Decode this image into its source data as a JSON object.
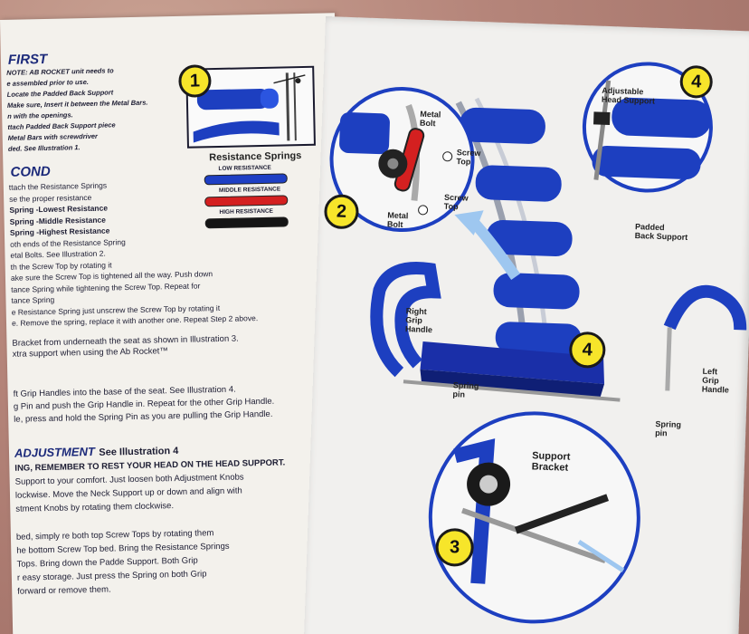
{
  "left": {
    "first_title": "FIRST",
    "first_lines": [
      "NOTE: AB ROCKET unit needs to",
      "e assembled prior to use.",
      " Locate the Padded Back Support",
      "Make sure, Insert it between the Metal Bars.",
      "n with the openings.",
      "ttach Padded Back Support piece",
      "Metal Bars with screwdriver",
      "ded. See Illustration 1."
    ],
    "second_title": "COND",
    "second_lines": [
      "ttach the Resistance Springs",
      "se the proper resistance",
      "Spring -Lowest Resistance",
      "Spring -Middle Resistance",
      "Spring -Highest Resistance",
      "oth ends of the Resistance Spring",
      "etal Bolts. See Illustration 2.",
      "th the Screw Top by rotating it",
      "ake sure the Screw Top is tightened all the way. Push down",
      "tance Spring while tightening the Screw Top. Repeat for",
      "tance Spring",
      "e Resistance Spring just unscrew the Screw Top by rotating it",
      "e. Remove the spring, replace it with another one. Repeat Step 2 above."
    ],
    "bracket_lines": [
      "Bracket from underneath the seat as shown in Illustration 3.",
      "xtra support when using the Ab Rocket™"
    ],
    "grip_lines": [
      "ft Grip Handles into the base of the seat. See Illustration 4.",
      "g Pin and push the Grip Handle in. Repeat for the other Grip Handle.",
      "le, press and hold the Spring Pin as you are pulling the Grip Handle."
    ],
    "adjust_title": "ADJUSTMENT",
    "adjust_ref": "See Illustration 4",
    "adjust_lines": [
      "ING, REMEMBER TO REST YOUR HEAD ON THE HEAD SUPPORT.",
      "Support to your comfort. Just loosen both Adjustment Knobs",
      "lockwise. Move the Neck Support up or down and align with",
      "stment Knobs by rotating them clockwise."
    ],
    "fold_lines": [
      "bed, simply re    both top Screw Tops by rotating them",
      "he bottom Screw Top     bed. Bring the Resistance Springs",
      "Tops. Bring down the Padde      Support. Both Grip",
      "r easy storage. Just press the Spring       on both Grip",
      " forward or remove them."
    ],
    "springs_title": "Resistance Springs",
    "springs": [
      {
        "label": "LOW RESISTANCE",
        "color": "#1e3fc4"
      },
      {
        "label": "MIDDLE RESISTANCE",
        "color": "#d42020"
      },
      {
        "label": "HIGH RESISTANCE",
        "color": "#151515"
      }
    ],
    "illus1_num": "1"
  },
  "right": {
    "illus2_num": "2",
    "illus3_num": "3",
    "illus4_num": "4",
    "illus4b_num": "4",
    "labels": {
      "adjustable_head": "Adjustable\nHead Support",
      "metal_bolt_top": "Metal\nBolt",
      "screw_top_1": "Screw\nTop",
      "screw_top_2": "Screw\nTop",
      "metal_bolt_bottom": "Metal\nBolt",
      "padded_back": "Padded\nBack Support",
      "right_grip": "Right\nGrip\nHandle",
      "left_grip": "Left\nGrip\nHandle",
      "spring_pin_1": "Spring\npin",
      "spring_pin_2": "Spring\npin",
      "support_bracket": "Support\nBracket"
    }
  },
  "colors": {
    "accent_blue": "#1d3fc0",
    "badge_yellow": "#f7e52a",
    "ink": "#1d1d33"
  }
}
